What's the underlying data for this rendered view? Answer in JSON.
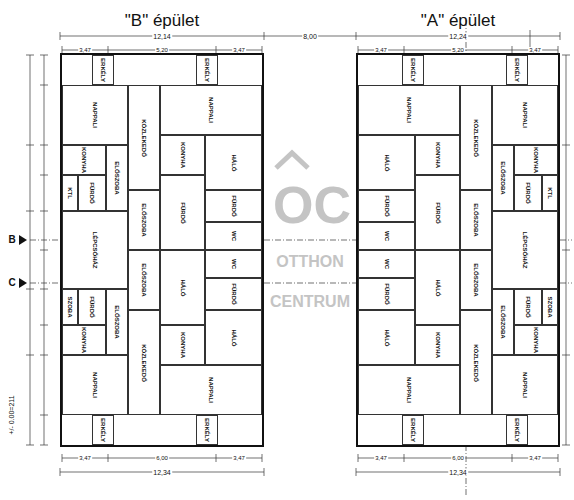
{
  "diagram": {
    "nodes": [
      {
        "text": [
          "\"B\" épület"
        ]
      },
      {
        "text": [
          "ERKÉLY"
        ],
        "in": 0
      },
      {
        "text": [
          "NAPPALI"
        ],
        "in": 0
      },
      {
        "text": [
          "KONYHA"
        ],
        "in": 0
      },
      {
        "text": [
          "KTL"
        ],
        "in": 0
      },
      {
        "text": [
          "FÜRDŐ"
        ],
        "in": 0
      },
      {
        "text": [
          "ELŐSZOBA"
        ],
        "in": 0
      },
      {
        "text": [
          "KÖZLEKEDŐ"
        ],
        "in": 0
      },
      {
        "text": [
          "ELŐSZOBA"
        ],
        "in": 0
      },
      {
        "text": [
          "ERKÉLY"
        ],
        "in": 0
      },
      {
        "text": [
          "NAPPALI"
        ],
        "in": 0
      },
      {
        "text": [
          "KONYHA"
        ],
        "in": 0
      },
      {
        "text": [
          "HÁLÓ"
        ],
        "in": 0
      },
      {
        "text": [
          "FÜRDŐ"
        ],
        "in": 0
      },
      {
        "text": [
          "FÜRDŐ"
        ],
        "in": 0
      },
      {
        "text": [
          "WC"
        ],
        "in": 0
      },
      {
        "text": [
          "LÉPCSŐHÁZ"
        ],
        "in": 0
      },
      {
        "text": [
          "ERKÉLY"
        ],
        "in": 0
      },
      {
        "text": [
          "NAPPALI"
        ],
        "in": 0
      },
      {
        "text": [
          "KONYHA"
        ],
        "in": 0
      },
      {
        "text": [
          "SZOBA"
        ],
        "in": 0
      },
      {
        "text": [
          "FÜRDŐ"
        ],
        "in": 0
      },
      {
        "text": [
          "ELŐSZOBA"
        ],
        "in": 0
      },
      {
        "text": [
          "KÖZLEKEDŐ"
        ],
        "in": 0
      },
      {
        "text": [
          "ELŐSZOBA"
        ],
        "in": 0
      },
      {
        "text": [
          "ERKÉLY"
        ],
        "in": 0
      },
      {
        "text": [
          "NAPPALI"
        ],
        "in": 0
      },
      {
        "text": [
          "KONYHA"
        ],
        "in": 0
      },
      {
        "text": [
          "HÁLÓ"
        ],
        "in": 0
      },
      {
        "text": [
          "HÁLÓ"
        ],
        "in": 0
      },
      {
        "text": [
          "FÜRDŐ"
        ],
        "in": 0
      },
      {
        "text": [
          "WC"
        ],
        "in": 0
      },
      {
        "text": [
          "\"A\" épület"
        ]
      },
      {
        "text": [
          "ERKÉLY"
        ],
        "in": 32
      },
      {
        "text": [
          "NAPPALI"
        ],
        "in": 32
      },
      {
        "text": [
          "KONYHA"
        ],
        "in": 32
      },
      {
        "text": [
          "KTL"
        ],
        "in": 32
      },
      {
        "text": [
          "FÜRDŐ"
        ],
        "in": 32
      },
      {
        "text": [
          "ELŐSZOBA"
        ],
        "in": 32
      },
      {
        "text": [
          "KÖZLEKEDŐ"
        ],
        "in": 32
      },
      {
        "text": [
          "ELŐSZOBA"
        ],
        "in": 32
      },
      {
        "text": [
          "ERKÉLY"
        ],
        "in": 32
      },
      {
        "text": [
          "NAPPALI"
        ],
        "in": 32
      },
      {
        "text": [
          "KONYHA"
        ],
        "in": 32
      },
      {
        "text": [
          "HÁLÓ"
        ],
        "in": 32
      },
      {
        "text": [
          "FÜRDŐ"
        ],
        "in": 32
      },
      {
        "text": [
          "FÜRDŐ"
        ],
        "in": 32
      },
      {
        "text": [
          "WC"
        ],
        "in": 32
      },
      {
        "text": [
          "LÉPCSŐHÁZ"
        ],
        "in": 32
      },
      {
        "text": [
          "ERKÉLY"
        ],
        "in": 32
      },
      {
        "text": [
          "NAPPALI"
        ],
        "in": 32
      },
      {
        "text": [
          "KONYHA"
        ],
        "in": 32
      },
      {
        "text": [
          "SZOBA"
        ],
        "in": 32
      },
      {
        "text": [
          "FÜRDŐ"
        ],
        "in": 32
      },
      {
        "text": [
          "ELŐSZOBA"
        ],
        "in": 32
      },
      {
        "text": [
          "KÖZLEKEDŐ"
        ],
        "in": 32
      },
      {
        "text": [
          "ELŐSZOBA"
        ],
        "in": 32
      },
      {
        "text": [
          "ERKÉLY"
        ],
        "in": 32
      },
      {
        "text": [
          "NAPPALI"
        ],
        "in": 32
      },
      {
        "text": [
          "KONYHA"
        ],
        "in": 32
      },
      {
        "text": [
          "HÁLÓ"
        ],
        "in": 32
      },
      {
        "text": [
          "HÁLÓ"
        ],
        "in": 32
      },
      {
        "text": [
          "FÜRDŐ"
        ],
        "in": 32
      },
      {
        "text": [
          "WC"
        ],
        "in": 32
      }
    ],
    "labels": [
      "12,14",
      "3,47",
      "5,20",
      "3,47",
      "8,00",
      "12,24",
      "3,47",
      "5,20",
      "3,47",
      "3,47",
      "6,00",
      "3,47",
      "12,34",
      "3,47",
      "6,00",
      "3,47",
      "12,34",
      "B",
      "C",
      "+/- 0.00=211",
      "OC",
      "OTTHON",
      "CENTRUM"
    ]
  }
}
